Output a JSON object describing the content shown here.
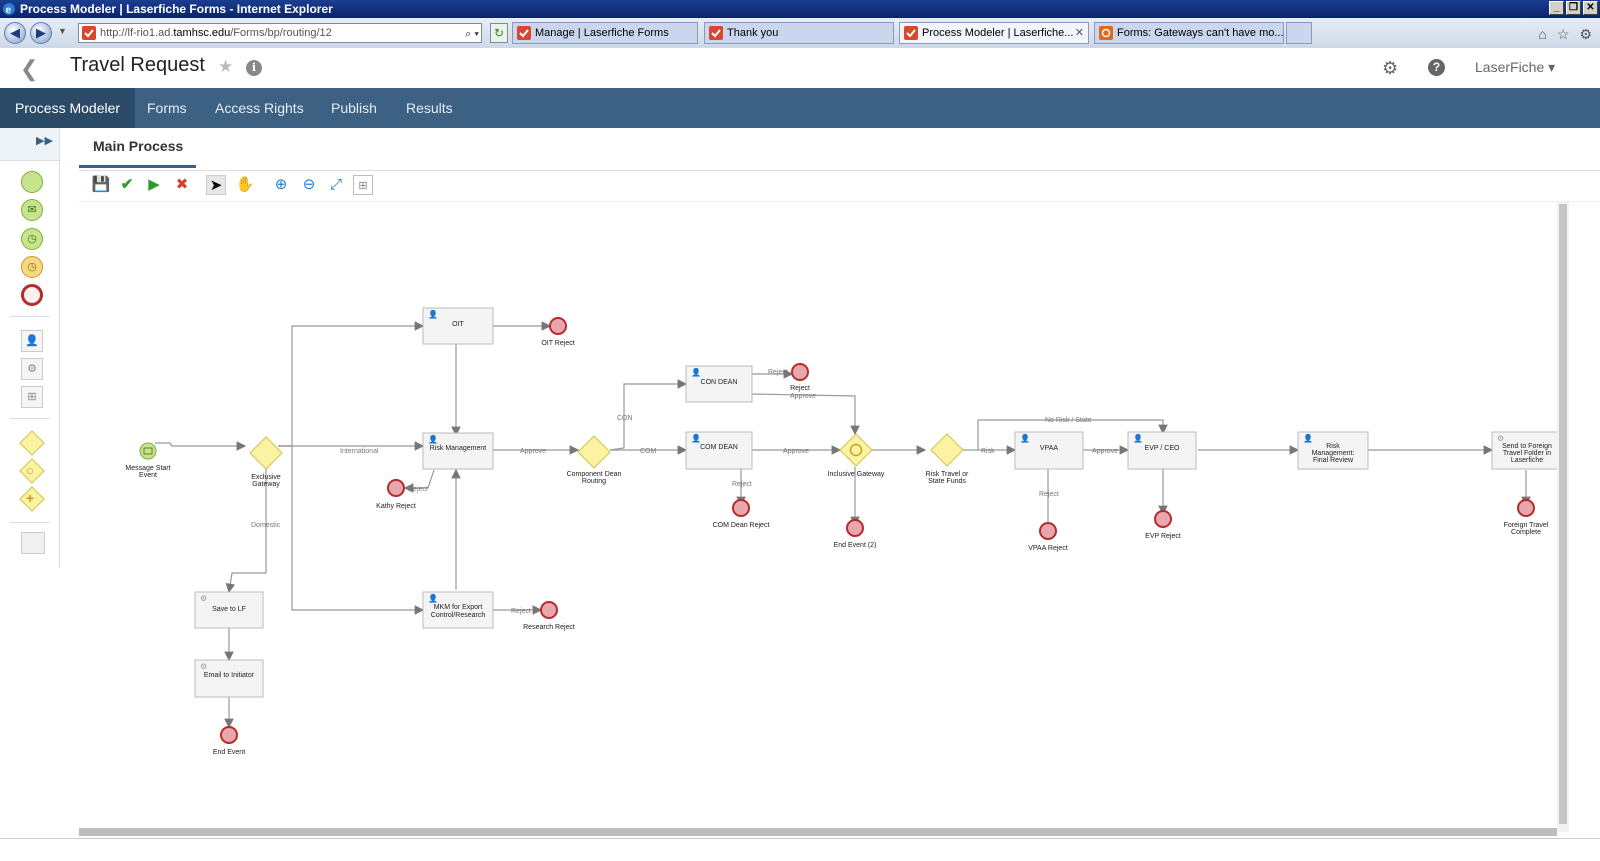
{
  "window": {
    "title": "Process Modeler | Laserfiche Forms - Internet Explorer"
  },
  "browser": {
    "url_prefix": "http://lf-rio1.ad.",
    "url_domain": "tamhsc.edu",
    "url_path": "/Forms/bp/routing/12",
    "tabs": [
      {
        "label": "Manage | Laserfiche Forms"
      },
      {
        "label": "Thank you"
      },
      {
        "label": "Process Modeler | Laserfiche..."
      },
      {
        "label": "Forms: Gateways can't have mo..."
      }
    ]
  },
  "header": {
    "title": "Travel Request",
    "user": "LaserFiche"
  },
  "nav": {
    "items": [
      "Process Modeler",
      "Forms",
      "Access Rights",
      "Publish",
      "Results"
    ]
  },
  "canvas_tab": "Main Process",
  "colors": {
    "nav_bg": "#3c6182",
    "gateway": "#fbf3a2",
    "start": "#c6e48e",
    "end": "#e8a7ad"
  },
  "diagram": {
    "tasks": {
      "oit": "OIT",
      "risk": "Risk Management",
      "con_dean": "CON DEAN",
      "com_dean": "COM DEAN",
      "vpaa": "VPAA",
      "evp": "EVP / CEO",
      "risk_final": [
        "Risk",
        "Management:",
        "Final Review"
      ],
      "send_foreign": [
        "Send to Foreign",
        "Travel Folder in",
        "Laserfiche"
      ],
      "save_lf": "Save to LF",
      "email": "Email to Initiator",
      "mkm": [
        "MKM for Export",
        "Control/Research"
      ]
    },
    "events": {
      "msg_start": [
        "Message Start",
        "Event"
      ],
      "oit_reject": "OIT Reject",
      "kathy_reject": "Kathy Reject",
      "reject": "Reject",
      "com_dean_reject": "COM Dean Reject",
      "end2": "End Event (2)",
      "vpaa_reject": "VPAA Reject",
      "evp_reject": "EVP Reject",
      "foreign_complete": [
        "Foreign Travel",
        "Complete"
      ],
      "research_reject": "Research Reject",
      "end": "End Event"
    },
    "gateways": {
      "exclusive": [
        "Exclusive",
        "Gateway"
      ],
      "component": [
        "Component Dean",
        "Routing"
      ],
      "inclusive": "Inclusive Gateway",
      "risk_travel": [
        "Risk Travel or",
        "State Funds"
      ]
    },
    "flows": {
      "international": "International",
      "domestic": "Domestic",
      "approve": "Approve",
      "reject": "Reject",
      "con": "CON",
      "com": "COM",
      "risk": "Risk",
      "no_risk": "No Risk / State"
    }
  }
}
